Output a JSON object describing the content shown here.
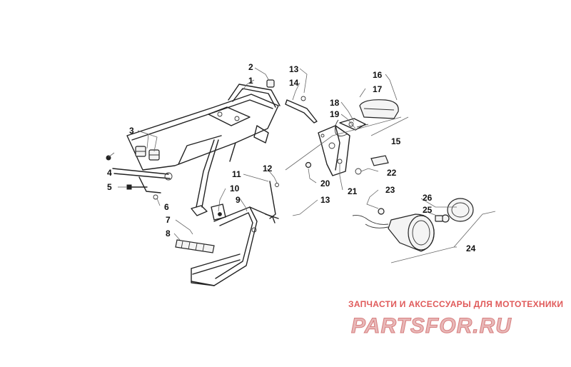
{
  "callouts": [
    {
      "id": "1",
      "label": "1"
    },
    {
      "id": "2",
      "label": "2"
    },
    {
      "id": "3",
      "label": "3"
    },
    {
      "id": "4",
      "label": "4"
    },
    {
      "id": "5",
      "label": "5"
    },
    {
      "id": "6",
      "label": "6"
    },
    {
      "id": "7",
      "label": "7"
    },
    {
      "id": "8",
      "label": "8"
    },
    {
      "id": "9",
      "label": "9"
    },
    {
      "id": "10",
      "label": "10"
    },
    {
      "id": "11",
      "label": "11"
    },
    {
      "id": "12",
      "label": "12"
    },
    {
      "id": "13a",
      "label": "13"
    },
    {
      "id": "13b",
      "label": "13"
    },
    {
      "id": "14",
      "label": "14"
    },
    {
      "id": "15",
      "label": "15"
    },
    {
      "id": "16",
      "label": "16"
    },
    {
      "id": "17",
      "label": "17"
    },
    {
      "id": "18",
      "label": "18"
    },
    {
      "id": "19",
      "label": "19"
    },
    {
      "id": "20",
      "label": "20"
    },
    {
      "id": "21",
      "label": "21"
    },
    {
      "id": "22",
      "label": "22"
    },
    {
      "id": "23",
      "label": "23"
    },
    {
      "id": "24",
      "label": "24"
    },
    {
      "id": "25",
      "label": "25"
    },
    {
      "id": "26",
      "label": "26"
    }
  ],
  "watermark": {
    "tagline": "ЗАПЧАСТИ И АКСЕССУАРЫ ДЛЯ МОТОТЕХНИКИ",
    "logo": "PARTSFOR.RU"
  }
}
